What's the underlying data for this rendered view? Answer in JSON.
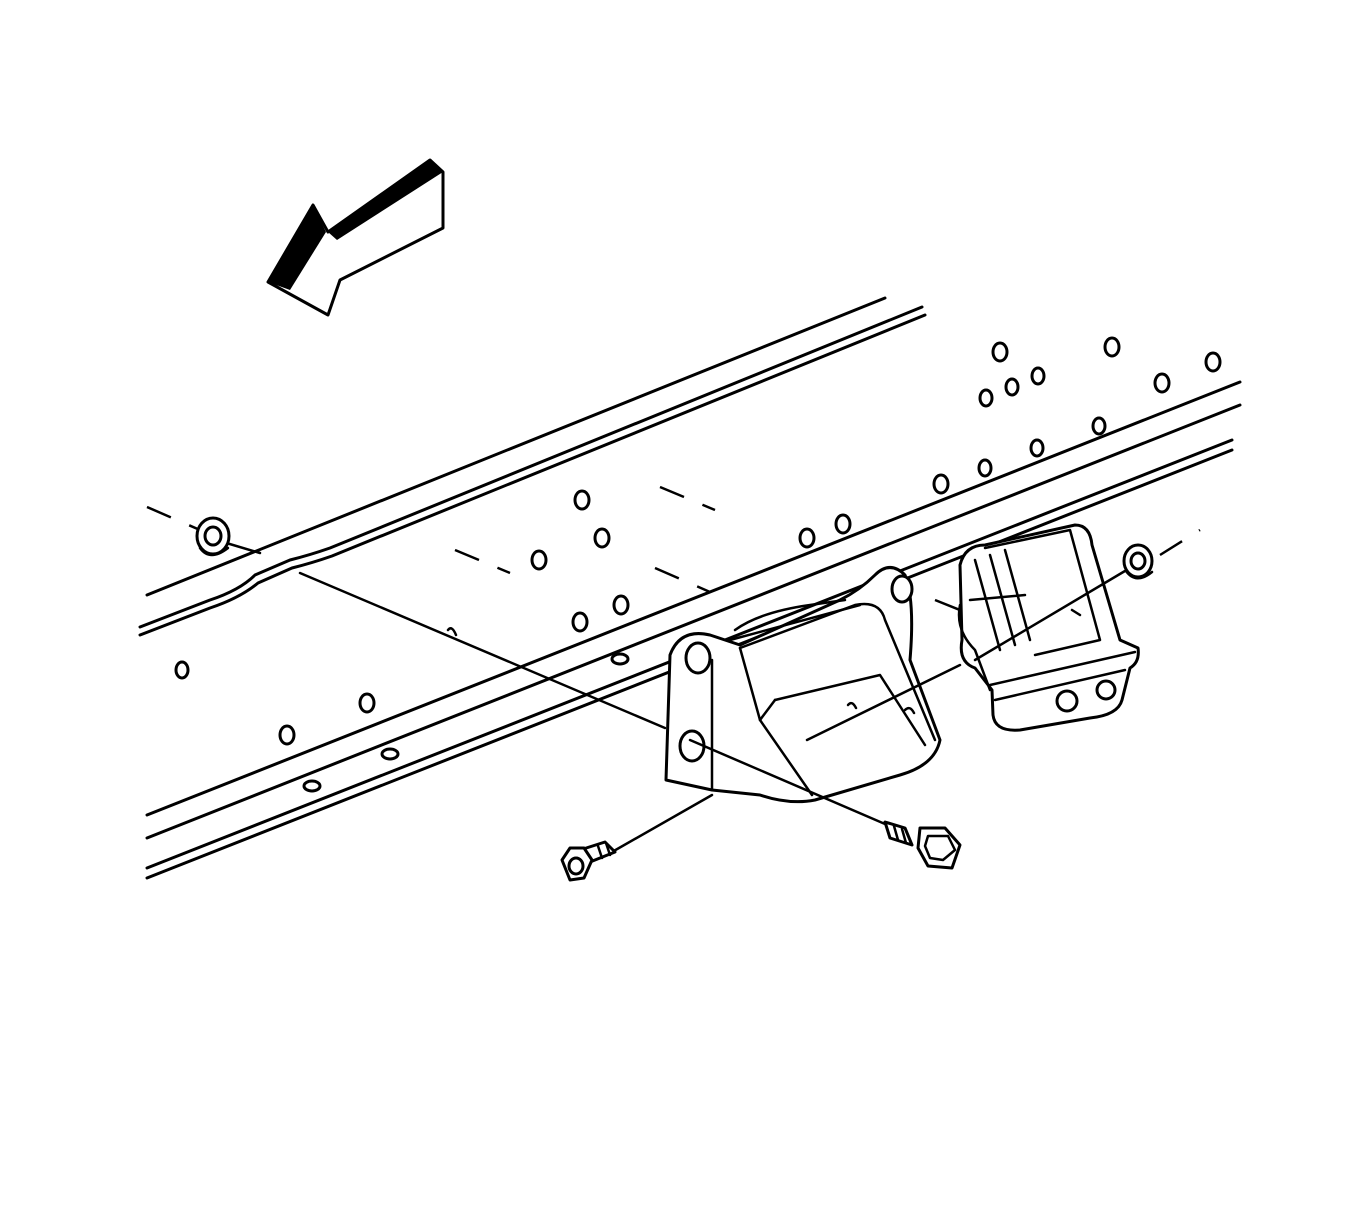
{
  "diagram": {
    "colors": {
      "line": "#000000",
      "background": "#ffffff"
    },
    "parts": [
      {
        "id": "direction-arrow",
        "icon": "arrow-forward-left-icon"
      },
      {
        "id": "frame-rail"
      },
      {
        "id": "front-bracket"
      },
      {
        "id": "rear-bracket"
      },
      {
        "id": "nut-left"
      },
      {
        "id": "nut-right"
      },
      {
        "id": "bolt-lower-left"
      },
      {
        "id": "bolt-lower-right"
      }
    ]
  }
}
